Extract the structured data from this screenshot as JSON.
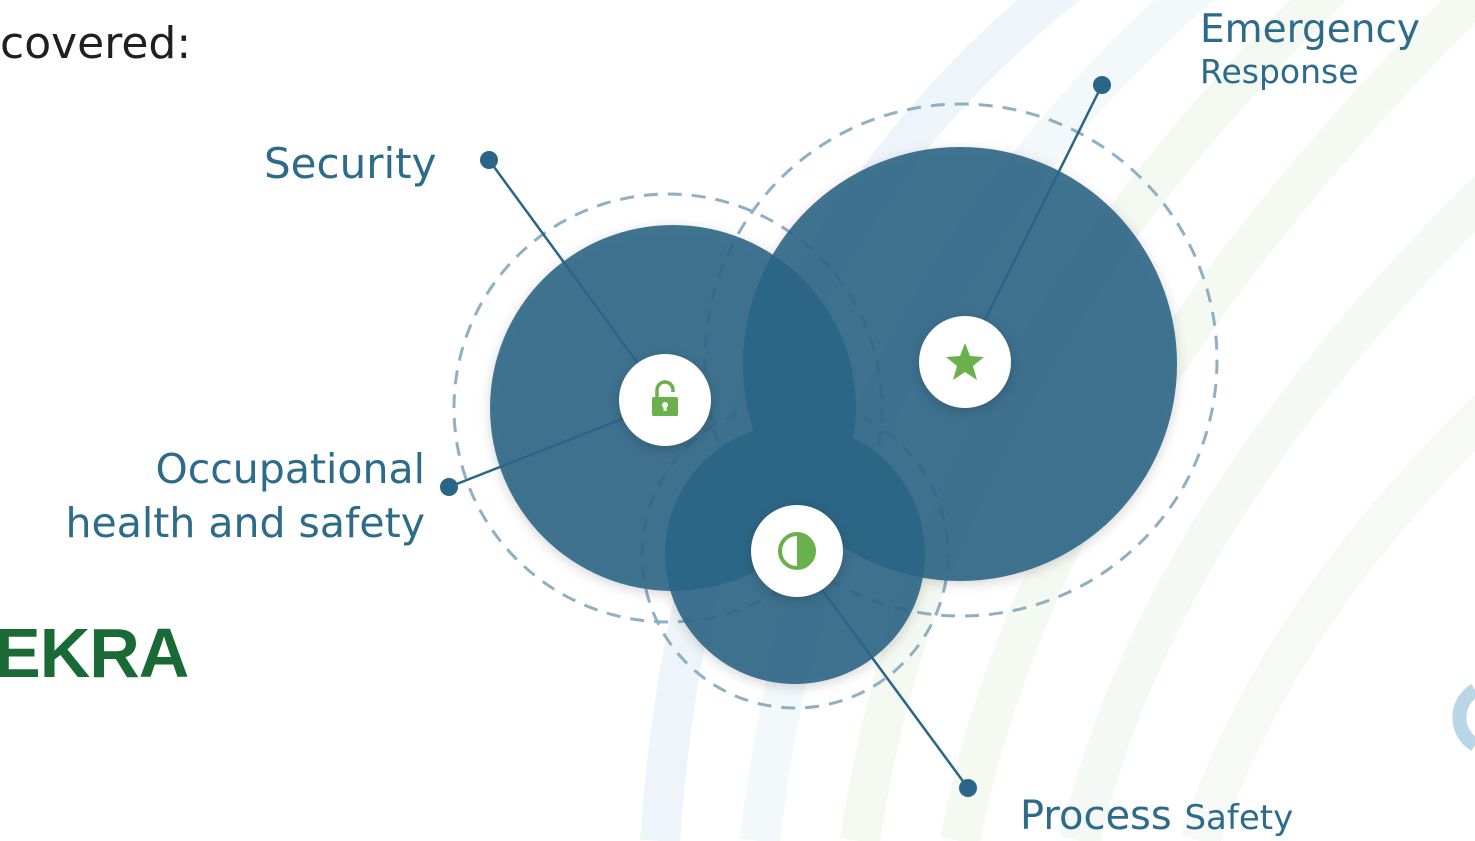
{
  "slide": {
    "intro_text": "covered:",
    "logo_text": "EKRA"
  },
  "topics": {
    "security": "Security",
    "ohs_line1": "Occupational",
    "ohs_line2": "health and safety",
    "emergency_line1": "Emergency",
    "emergency_line2": "Response",
    "process_word1": "Process",
    "process_word2": "Safety"
  },
  "icons": {
    "security": "lock-icon",
    "emergency": "star-icon",
    "process": "half-circle-icon"
  },
  "colors": {
    "circle": "#2b6585",
    "accent_green": "#6ab04c",
    "label_blue": "#2d6b8b",
    "logo_green": "#1a6a35"
  }
}
